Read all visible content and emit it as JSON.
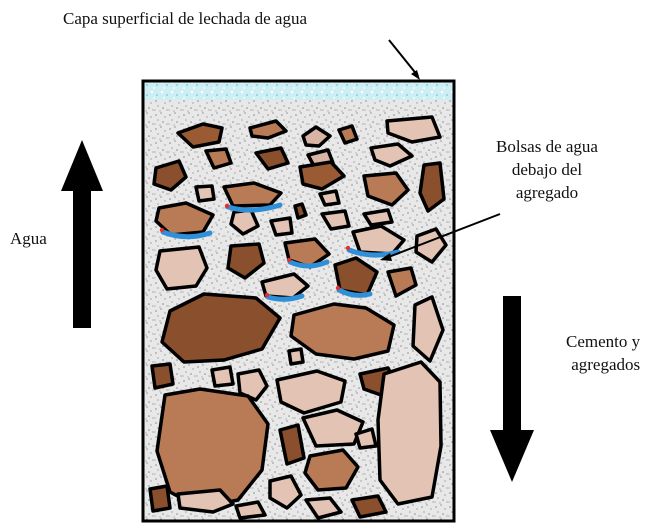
{
  "labels": {
    "surface_layer": "Capa superficial de lechada de agua",
    "water": "Agua",
    "water_pockets": [
      "Bolsas de agua",
      "debajo del",
      "agregado"
    ],
    "cement_aggregates": [
      "Cemento y",
      "agregados"
    ]
  },
  "colors": {
    "laitance_layer": "#bfe6ee",
    "matrix": "#e7e7e7",
    "aggregate_dark": "#8a4f2c",
    "aggregate_mid": "#b77a55",
    "aggregate_light": "#e3c3b3",
    "water_pocket": "#2f8fd8",
    "outline": "#000000"
  }
}
